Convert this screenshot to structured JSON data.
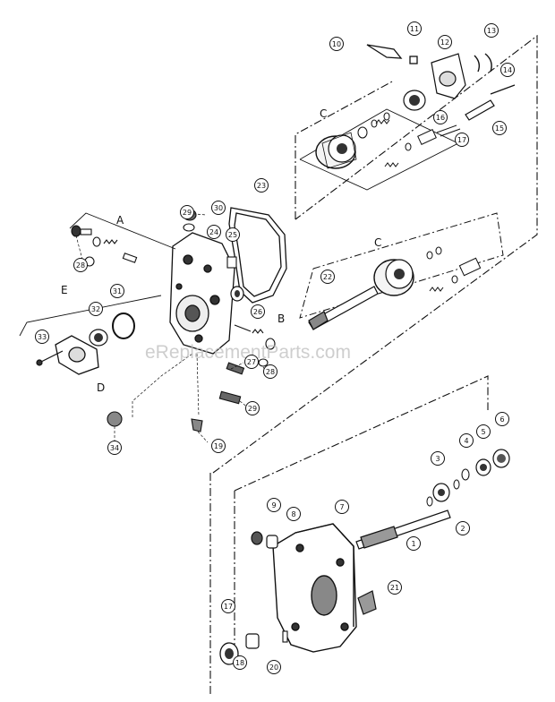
{
  "diagram": {
    "watermark": "eReplacementParts.com",
    "group_labels": [
      "A",
      "B",
      "C",
      "C",
      "D",
      "E"
    ],
    "callouts": [
      "1",
      "2",
      "3",
      "4",
      "5",
      "6",
      "7",
      "8",
      "9",
      "10",
      "11",
      "12",
      "13",
      "14",
      "15",
      "16",
      "17",
      "17",
      "18",
      "19",
      "20",
      "21",
      "22",
      "23",
      "24",
      "25",
      "26",
      "27",
      "28",
      "28",
      "29",
      "29",
      "30",
      "31",
      "32",
      "33",
      "34"
    ]
  }
}
